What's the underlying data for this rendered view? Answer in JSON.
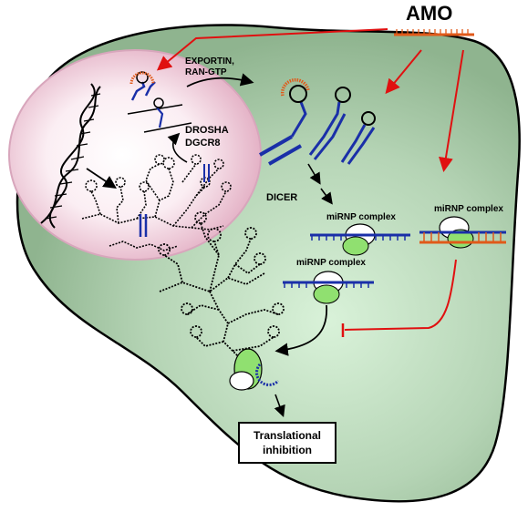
{
  "labels": {
    "amo": "AMO",
    "exportin_line1": "EXPORTIN,",
    "exportin_line2": "RAN-GTP",
    "drosha": "DROSHA",
    "dgcr8": "DGCR8",
    "dicer": "DICER",
    "mirnp_complex_1": "miRNP complex",
    "mirnp_complex_2": "miRNP complex",
    "mirnp_complex_3": "miRNP complex",
    "translational_line1": "Translational",
    "translational_line2": "inhibition"
  },
  "colors": {
    "cell": "#8fb48f",
    "cell_light": "#d9f2d9",
    "nucleus": "#f0c8d8",
    "mirna_strand": "#1a2fa8",
    "amo_strand": "#e05a1a",
    "inhibit_arrow": "#e01010",
    "risc_protein": "#90e070"
  }
}
